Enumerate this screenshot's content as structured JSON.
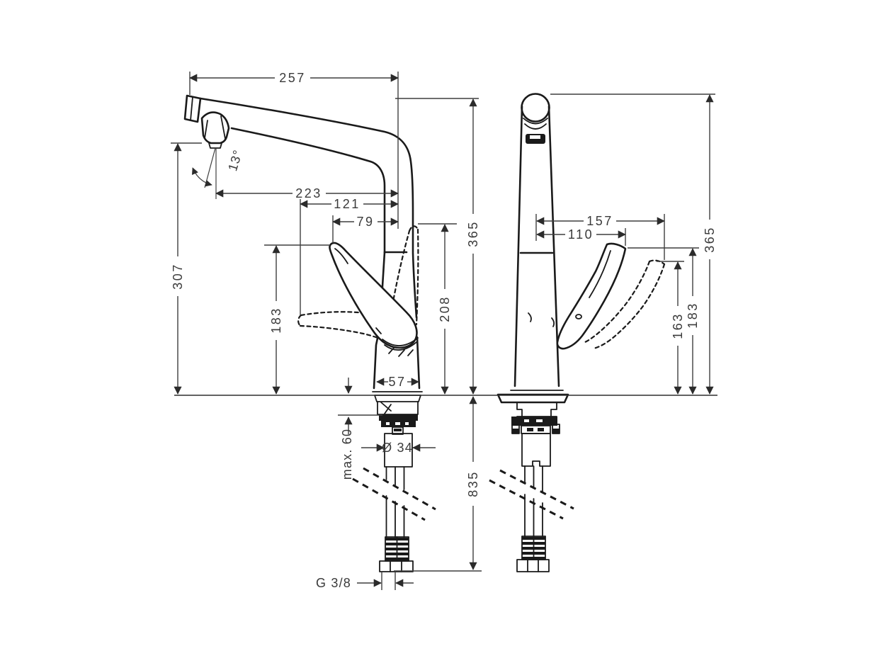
{
  "figure": {
    "type": "technical dimension drawing, two views of a single-lever kitchen faucet",
    "background": "#ffffff",
    "line_color": "#1a1a1a",
    "dimension_color": "#3f3f3f"
  },
  "dimensions": {
    "side_view": {
      "spout_reach": "257",
      "spout_angle": "13°",
      "outlet_to_axis": "223",
      "handle_front_to_axis": "121",
      "handle_tip_to_axis": "79",
      "outlet_height": "307",
      "handle_height": "183",
      "handle_raised_height": "208",
      "total_height": "365",
      "base_width": "57",
      "max_deck_thickness": "max. 60",
      "shank_diameter": "Ø 34",
      "hose_length": "835",
      "connection_thread": "G 3/8"
    },
    "front_view": {
      "handle_swing_reach": "157",
      "handle_reach": "110",
      "handle_low_height": "163",
      "handle_height": "183",
      "total_height": "365"
    }
  }
}
